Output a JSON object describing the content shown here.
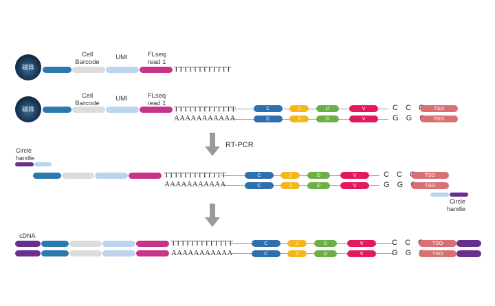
{
  "bead_label": "磁珠",
  "labels": {
    "cell_barcode": "Cell\nBarcode",
    "umi": "UMI",
    "flseq": "FLseq\nread 1",
    "circle_handle": "Circle\nhandle",
    "cdna": "cDNA",
    "rt_pcr": "RT-PCR"
  },
  "sequences": {
    "polyT_short": "TTTTTTTTTTTT",
    "polyT": "TTTTTTTTTTTTT",
    "polyA": "AAAAAAAAAAA",
    "ccc": "C C C",
    "ggg": "G G G"
  },
  "genes": {
    "c": "C",
    "j": "J",
    "d": "D",
    "v": "V",
    "tso": "TSO"
  },
  "colors": {
    "blue_seg": "#2a7ab0",
    "barcode": "#dcdcdc",
    "umi": "#bcd4ee",
    "flseq": "#c8338a",
    "gene_c": "#2e6fb0",
    "gene_j": "#f5b51e",
    "gene_d": "#6ab045",
    "gene_v": "#e3195b",
    "tso": "#d97074",
    "handle": "#6a2f8e",
    "arrow": "#9b9b9b"
  }
}
